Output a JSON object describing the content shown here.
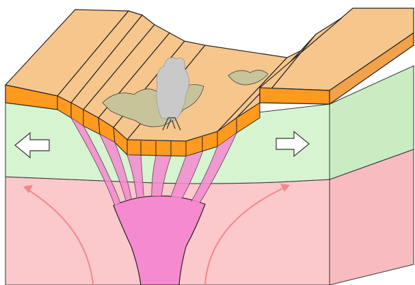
{
  "diagram": {
    "elements": [
      "crust-top-surface",
      "crust-layer",
      "lithospheric-mantle",
      "asthenosphere",
      "fault-blocks",
      "magma-plume",
      "volcano",
      "ash-cloud",
      "lava-flows",
      "left-extension-arrow",
      "right-extension-arrow",
      "convection-arrows"
    ]
  },
  "colors": {
    "crust_top": "#F6C68C",
    "crust_side": "#FF9A1F",
    "lithosphere": "#D6F4D0",
    "lithosphere_side": "#C9ECC3",
    "asthenosphere": "#FBC8CC",
    "asthenosphere_side": "#F7BBC0",
    "magma": "#F58AD0",
    "lava": "#C8C49A",
    "ash": "#C9C9C9",
    "convection_arrow": "#F1898C",
    "outline": "#222222"
  },
  "icons": {
    "left_arrow": "left-arrow-icon",
    "right_arrow": "right-arrow-icon"
  }
}
